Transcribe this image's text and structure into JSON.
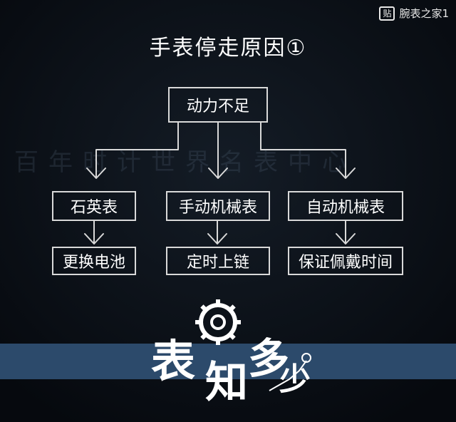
{
  "top_bar": {
    "icon": "tieba-icon",
    "icon_glyph": "贴",
    "text": "腕表之家1"
  },
  "title": "手表停走原因①",
  "diagram": {
    "root": "动力不足",
    "branches": [
      {
        "type": "石英表",
        "solution": "更换电池"
      },
      {
        "type": "手动机械表",
        "solution": "定时上链"
      },
      {
        "type": "自动机械表",
        "solution": "保证佩戴时间"
      }
    ]
  },
  "watermark": {
    "logo_text": "百年时计世界名表中心"
  },
  "brand": {
    "chars": [
      "表",
      "知",
      "多",
      "少"
    ],
    "accent_color": "#2c4a6b"
  }
}
